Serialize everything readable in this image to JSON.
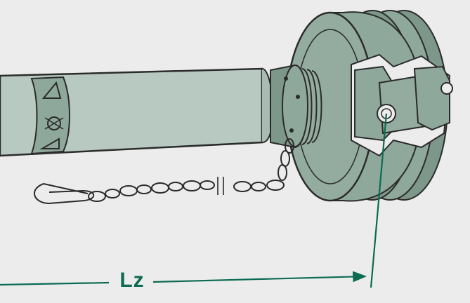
{
  "diagram": {
    "dimension_label": "Lz",
    "colors": {
      "background": "#ececec",
      "tube": "#b8c9c1",
      "metal": "#8fa89c",
      "metal_dark": "#6f8a7e",
      "outline": "#2b2b2b",
      "dimension": "#0c6b52"
    },
    "parts": [
      "drive-tube",
      "warning-label-band",
      "protective-cone",
      "safety-chain",
      "universal-joint-yoke",
      "dimension-line"
    ]
  }
}
